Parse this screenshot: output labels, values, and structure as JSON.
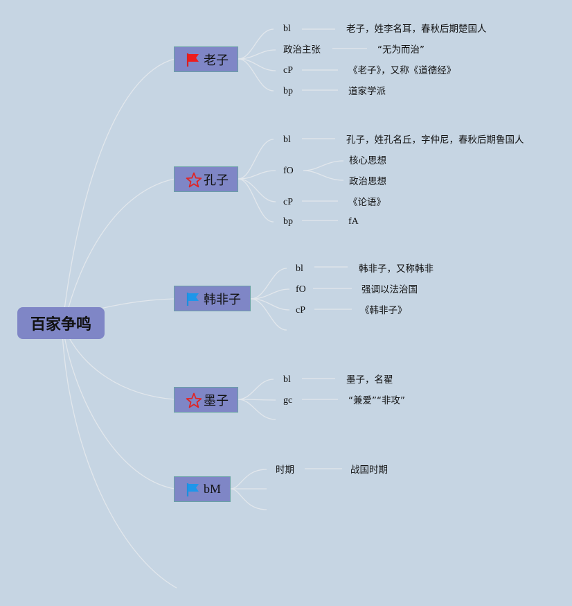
{
  "root": {
    "label": "百家争鸣"
  },
  "topics": [
    {
      "label": "老子",
      "icon": "red-flag-icon",
      "items": [
        {
          "key": "bl",
          "value": "老子，姓李名耳，春秋后期楚国人"
        },
        {
          "key": "政治主张",
          "value": "“无为而治”"
        },
        {
          "key": "cP",
          "value": "《老子》，又称《道德经》"
        },
        {
          "key": "bp",
          "value": "道家学派"
        }
      ]
    },
    {
      "label": "孔子",
      "icon": "red-star-icon",
      "items": [
        {
          "key": "bl",
          "value": "孔子，姓孔名丘，字仲尼，春秋后期鲁国人"
        },
        {
          "key": "fO",
          "values": [
            "核心思想",
            "政治思想"
          ]
        },
        {
          "key": "cP",
          "value": "《论语》"
        },
        {
          "key": "bp",
          "value": "fA"
        }
      ]
    },
    {
      "label": "韩非子",
      "icon": "blue-flag-icon",
      "items": [
        {
          "key": "bl",
          "value": "韩非子，又称韩非"
        },
        {
          "key": "fO",
          "value": "强调以法治国"
        },
        {
          "key": "cP",
          "value": "《韩非子》"
        }
      ]
    },
    {
      "label": "墨子",
      "icon": "red-star-icon",
      "items": [
        {
          "key": "bl",
          "value": "墨子，名翟"
        },
        {
          "key": "gc",
          "value": "“兼爱”“非攻”"
        }
      ]
    },
    {
      "label": "bM",
      "icon": "blue-flag-icon",
      "items": [
        {
          "key": "时期",
          "value": "战国时期"
        }
      ]
    }
  ]
}
